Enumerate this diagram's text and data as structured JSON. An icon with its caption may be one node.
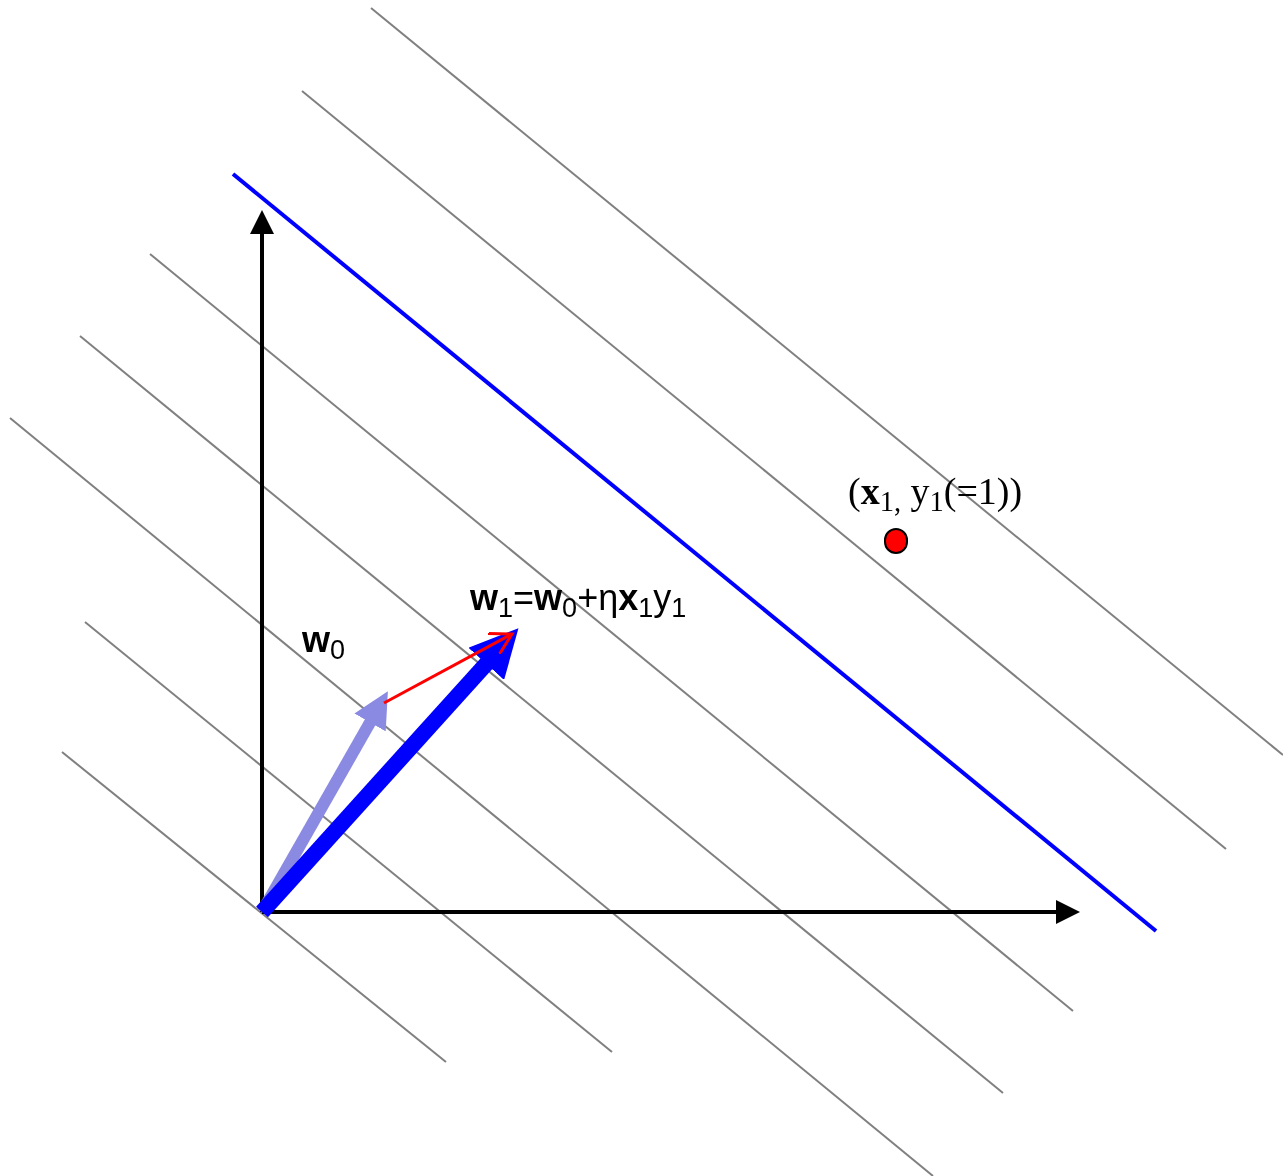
{
  "diagram": {
    "nodes": [
      {
        "text": [],
        "shape": "circle",
        "beside": [
          "(**x**$_{1,}$ y$_{1}$(=1))"
        ]
      }
    ],
    "labels": [
      "**w**$_{0}$",
      "**w**$_{1}$=**w**$_{0}$+η**x**$_{1}$y$_{1}$"
    ]
  }
}
